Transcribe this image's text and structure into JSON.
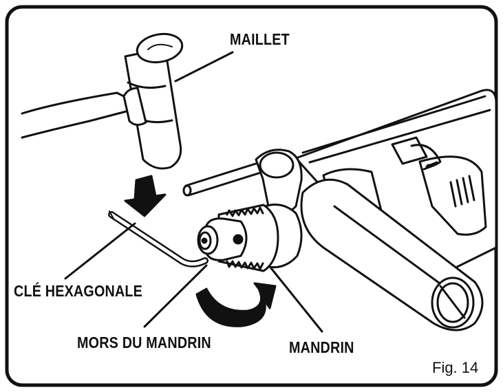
{
  "labels": {
    "mallet": "MAILLET",
    "hex_key": "CLÉ HEXAGONALE",
    "chuck_jaws": "MORS DU MANDRIN",
    "chuck": "MANDRIN"
  },
  "figure_number": "Fig. 14",
  "colors": {
    "line": "#111111",
    "fill": "#ffffff",
    "frame": "#111111"
  }
}
